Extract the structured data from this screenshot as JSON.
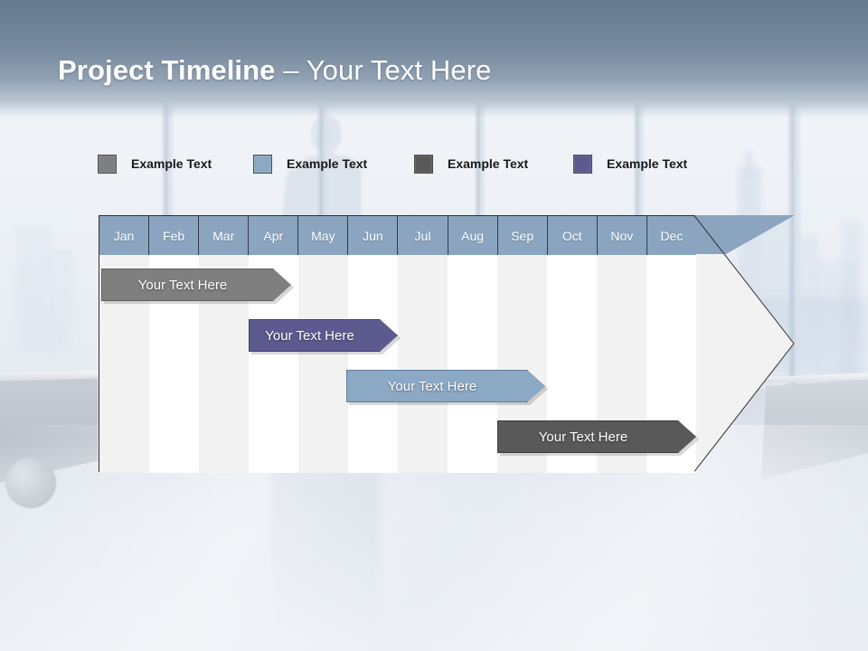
{
  "title": {
    "bold_part": "Project Timeline",
    "light_part": " – Your Text Here"
  },
  "colors": {
    "header_band_top": "#67798e",
    "month_header": "#8ba5c0",
    "stripe_light": "#f2f2f2",
    "stripe_white": "#ffffff",
    "chart_outline": "#2d2d2d",
    "bar_gray_light": "#7f7f7f",
    "bar_purple": "#5b5b8f",
    "bar_steel_blue": "#8ba8c4",
    "bar_gray_dark": "#595959"
  },
  "legend": {
    "items": [
      {
        "label": "Example Text",
        "color": "#7f7f7f",
        "icon": "color-swatch"
      },
      {
        "label": "Example Text",
        "color": "#8ba8c4",
        "icon": "color-swatch"
      },
      {
        "label": "Example Text",
        "color": "#595959",
        "icon": "color-swatch"
      },
      {
        "label": "Example Text",
        "color": "#5b5b8f",
        "icon": "color-swatch"
      }
    ]
  },
  "chart_data": {
    "type": "bar",
    "title": "Project Timeline – Your Text Here",
    "xlabel": "",
    "ylabel": "",
    "grid": true,
    "legend_position": "top",
    "categories": [
      "Jan",
      "Feb",
      "Mar",
      "Apr",
      "May",
      "Jun",
      "Jul",
      "Aug",
      "Sep",
      "Oct",
      "Nov",
      "Dec"
    ],
    "series": [
      {
        "name": "Example Text",
        "label": "Your  Text Here",
        "color": "#7f7f7f",
        "border": "#5f5f5f",
        "start_month": "Jan",
        "end_month": "May",
        "start_index": 0,
        "end_index": 4.5,
        "row": 0
      },
      {
        "name": "Example Text",
        "label": "Your  Text Here",
        "color": "#5b5b8f",
        "border": "#3f3f6b",
        "start_month": "Apr",
        "end_month": "Jul",
        "start_index": 3,
        "end_index": 6.5,
        "row": 1
      },
      {
        "name": "Example Text",
        "label": "Your  Text Here",
        "color": "#8ba8c4",
        "border": "#5d7d9e",
        "start_month": "Jun",
        "end_month": "Sep",
        "start_index": 5,
        "end_index": 9.0,
        "row": 2
      },
      {
        "name": "Example Text",
        "label": "Your  Text Here",
        "color": "#595959",
        "border": "#3c3c3c",
        "start_month": "Sep",
        "end_month": "Dec",
        "start_index": 8,
        "end_index": 12.0,
        "row": 3
      }
    ]
  }
}
